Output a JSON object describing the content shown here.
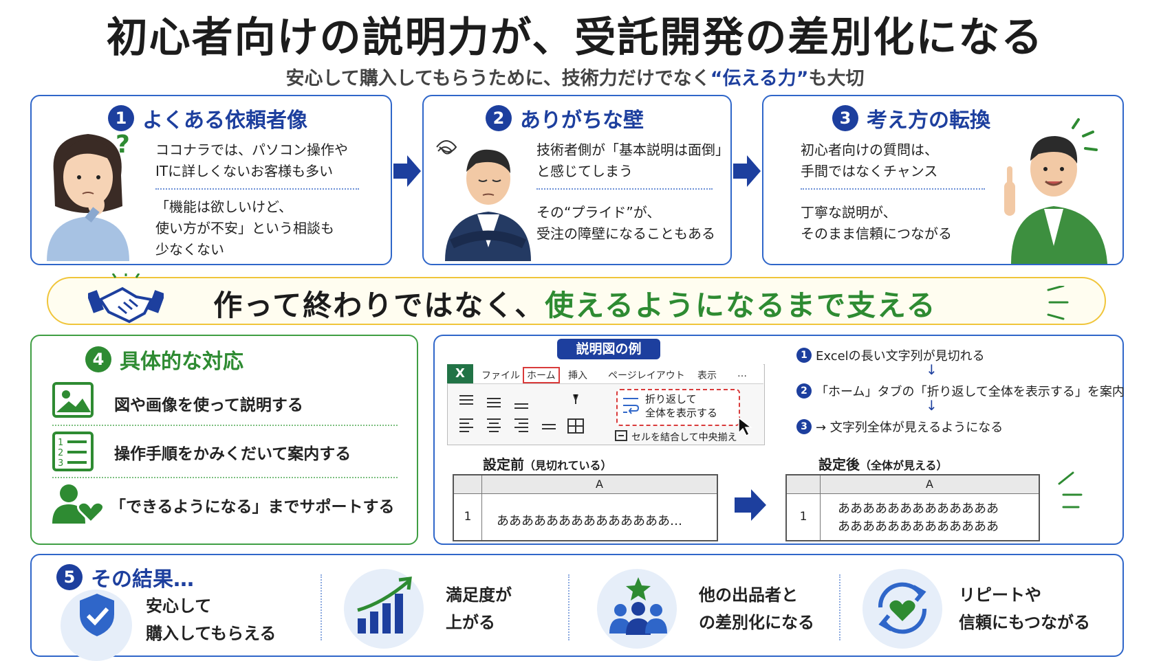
{
  "header": {
    "title": "初心者向けの説明力が、受託開発の差別化になる",
    "subtitle_pre": "安心して購入してもらうために、技術力だけでなく",
    "subtitle_hl": "“伝える力”",
    "subtitle_post": "も大切"
  },
  "card1": {
    "num": "1",
    "title": "よくある依頼者像",
    "line1": "ココナラでは、パソコン操作や",
    "line2": "ITに詳しくないお客様も多い",
    "line3": "「機能は欲しいけど、",
    "line4": "使い方が不安」という相談も",
    "line5": "少なくない",
    "question_mark": "?"
  },
  "card2": {
    "num": "2",
    "title": "ありがちな壁",
    "line1": "技術者側が「基本説明は面倒」",
    "line2": "と感じてしまう",
    "line3": "その“プライド”が、",
    "line4": "受注の障壁になることもある"
  },
  "card3": {
    "num": "3",
    "title": "考え方の転換",
    "line1": "初心者向けの質問は、",
    "line2": "手間ではなくチャンス",
    "line3": "丁寧な説明が、",
    "line4": "そのまま信頼につながる"
  },
  "banner": {
    "text_black": "作って終わりではなく、",
    "text_green": "使えるようになるまで支える"
  },
  "card4": {
    "num": "4",
    "title": "具体的な対応",
    "items": [
      "図や画像を使って説明する",
      "操作手順をかみくだいて案内する",
      "「できるようになる」までサポートする"
    ]
  },
  "example": {
    "badge": "説明図の例",
    "excel_logo": "X",
    "tabs": [
      "ファイル",
      "ホーム",
      "挿入",
      "ページレイアウト",
      "表示",
      "…"
    ],
    "wrap_btn_line1": "折り返して",
    "wrap_btn_line2": "全体を表示する",
    "merge_label": "セルを結合して中央揃え",
    "before_label": "設定前",
    "before_note": "（見切れている）",
    "after_label": "設定後",
    "after_note": "（全体が見える）",
    "col_header": "A",
    "row_num": "1",
    "before_cell": "ああああああああああああああ…",
    "after_cell_1": "あああああああああああああ",
    "after_cell_2": "あああああああああああああ",
    "steps": [
      {
        "num": "1",
        "text": "Excelの長い文字列が見切れる"
      },
      {
        "num": "2",
        "text": "「ホーム」タブの「折り返して全体を表示する」を案内"
      },
      {
        "num": "3",
        "text": "→ 文字列全体が見えるようになる"
      }
    ],
    "step_arrow": "↓"
  },
  "results": {
    "num": "5",
    "title": "その結果…",
    "items": [
      {
        "line1": "安心して",
        "line2": "購入してもらえる"
      },
      {
        "line1": "満足度が",
        "line2": "上がる"
      },
      {
        "line1": "他の出品者と",
        "line2": "の差別化になる"
      },
      {
        "line1": "リピートや",
        "line2": "信頼にもつながる"
      }
    ]
  },
  "colors": {
    "navy": "#1d3f9e",
    "blue_border": "#2f66c9",
    "green": "#2e8b32",
    "yellow_border": "#f0c53a",
    "excel_green": "#217346",
    "red_highlight": "#d93a3a"
  },
  "icons": [
    "question-icon",
    "spiral-icon",
    "handshake-icon",
    "image-icon",
    "list-icon",
    "support-heart-icon",
    "cursor-icon",
    "shield-check-icon",
    "growth-chart-icon",
    "team-star-icon",
    "refresh-heart-icon"
  ]
}
